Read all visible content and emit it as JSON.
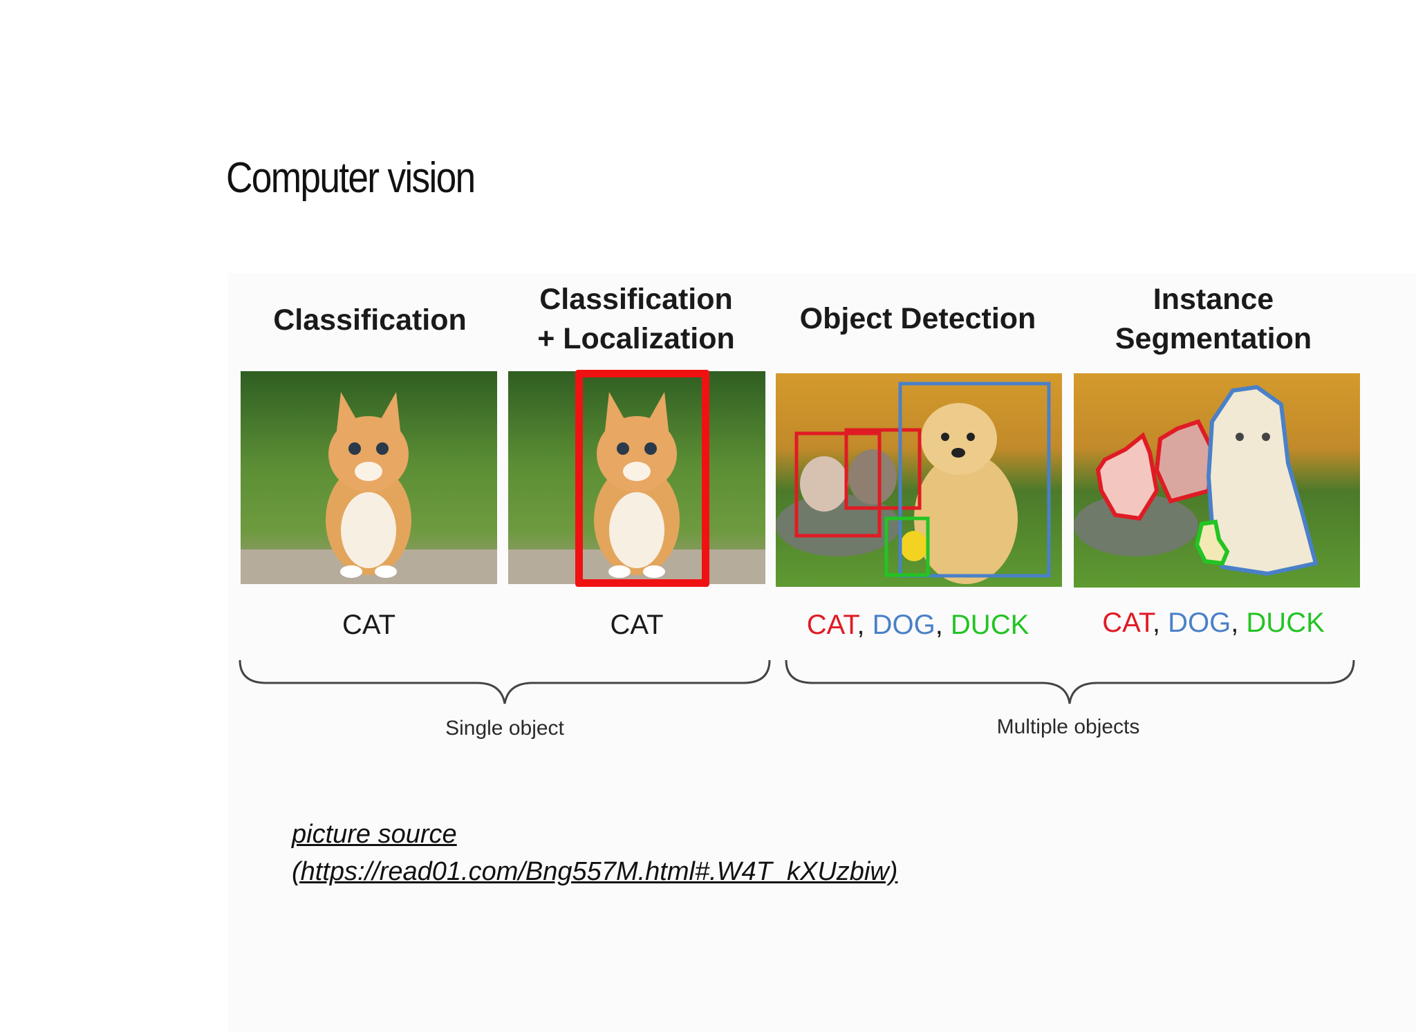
{
  "slide": {
    "title": "Computer vision"
  },
  "figure": {
    "headings": {
      "classification": "Classification",
      "localization": "Classification\n+ Localization",
      "detection": "Object Detection",
      "segmentation": "Instance\nSegmentation"
    },
    "captions": {
      "classification": "CAT",
      "localization": "CAT",
      "detection": {
        "cat": "CAT",
        "dog": "DOG",
        "duck": "DUCK",
        "sep": ", "
      },
      "segmentation": {
        "cat": "CAT",
        "dog": "DOG",
        "duck": "DUCK",
        "sep": ", "
      }
    },
    "groups": {
      "single": "Single object",
      "multiple": "Multiple objects"
    },
    "colors": {
      "cat": "#e01b24",
      "dog": "#4a80c8",
      "duck": "#23c423"
    }
  },
  "source": {
    "line1": "picture source",
    "line2": "(https://read01.com/Bng557M.html#.W4T_kXUzbiw)"
  }
}
